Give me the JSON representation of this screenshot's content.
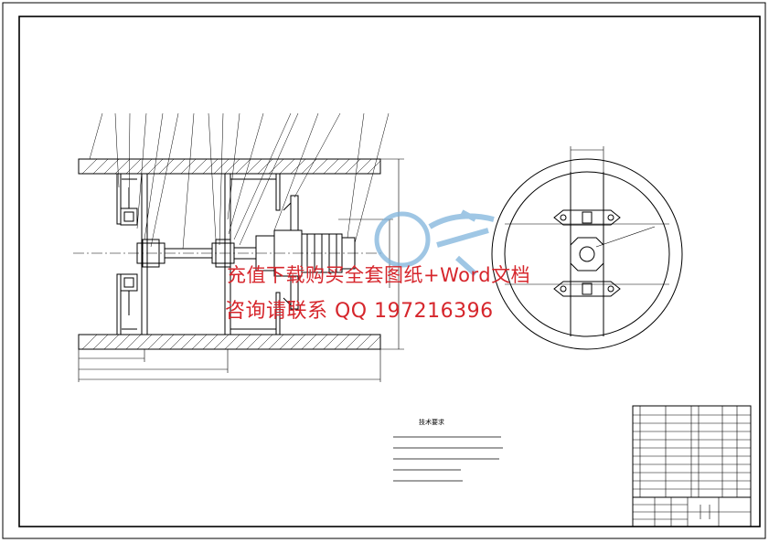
{
  "watermark": {
    "line1": "充值下载购买全套图纸+Word文档",
    "line2": "咨询请联系  QQ 197216396",
    "color": "#d6262c",
    "logo_color": "#7fb4dc"
  },
  "tech_requirements": {
    "title": "技术要求"
  },
  "colors": {
    "line": "#000000",
    "paper": "#ffffff"
  }
}
